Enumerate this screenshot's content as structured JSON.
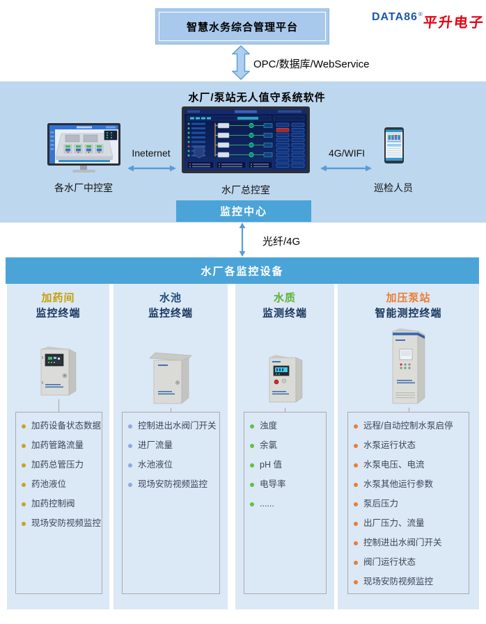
{
  "logo": {
    "brand": "DATA86",
    "reg": "®",
    "name": "平升电子"
  },
  "top": {
    "platform_title": "智慧水务综合管理平台",
    "link_label": "OPC/数据库/WebService"
  },
  "monitoring_center": {
    "title": "水厂/泵站无人值守系统软件",
    "left_device_label": "各水厂中控室",
    "center_device_label": "水厂总控室",
    "right_device_label": "巡检人员",
    "left_link_label": "Ineternet",
    "right_link_label": "4G/WIFI",
    "center_box_label": "监控中心"
  },
  "downlink": {
    "label": "光纤/4G"
  },
  "devices": {
    "header": "水厂各监控设备",
    "columns": [
      {
        "title": "加药间",
        "subtitle": "监控终端",
        "title_color": "#C5A005",
        "bullet_color": "#C9A227",
        "items": [
          "加药设备状态数据",
          "加药管路流量",
          "加药总管压力",
          "药池液位",
          "加药控制阀",
          "现场安防视频监控"
        ]
      },
      {
        "title": "水池",
        "subtitle": "监控终端",
        "title_color": "#1F4E79",
        "bullet_color": "#8FAADC",
        "items": [
          "控制进出水阀门开关",
          "进厂流量",
          "水池液位",
          "现场安防视频监控"
        ]
      },
      {
        "title": "水质",
        "subtitle": "监测终端",
        "title_color": "#5CB234",
        "bullet_color": "#5FC242",
        "items": [
          "浊度",
          "余氯",
          "pH 值",
          "电导率",
          "......"
        ]
      },
      {
        "title": "加压泵站",
        "subtitle": "智能测控终端",
        "title_color": "#ED7D31",
        "bullet_color": "#ED7D31",
        "items": [
          "远程/自动控制水泵启停",
          "水泵运行状态",
          "水泵电压、电流",
          "水泵其他运行参数",
          "泵后压力",
          "出厂压力、流量",
          "控制进出水阀门开关",
          "阀门运行状态",
          "现场安防视频监控"
        ]
      }
    ]
  },
  "colors": {
    "panel_bg": "#BDD7EE",
    "platform_bg": "#A9C9EC",
    "accent_bar": "#4BA4D8",
    "column_bg": "#DBE8F6",
    "arrow": "#5B9BD5",
    "list_text": "#3A4557",
    "logo_blue": "#1A56A8",
    "logo_red": "#E60012"
  }
}
